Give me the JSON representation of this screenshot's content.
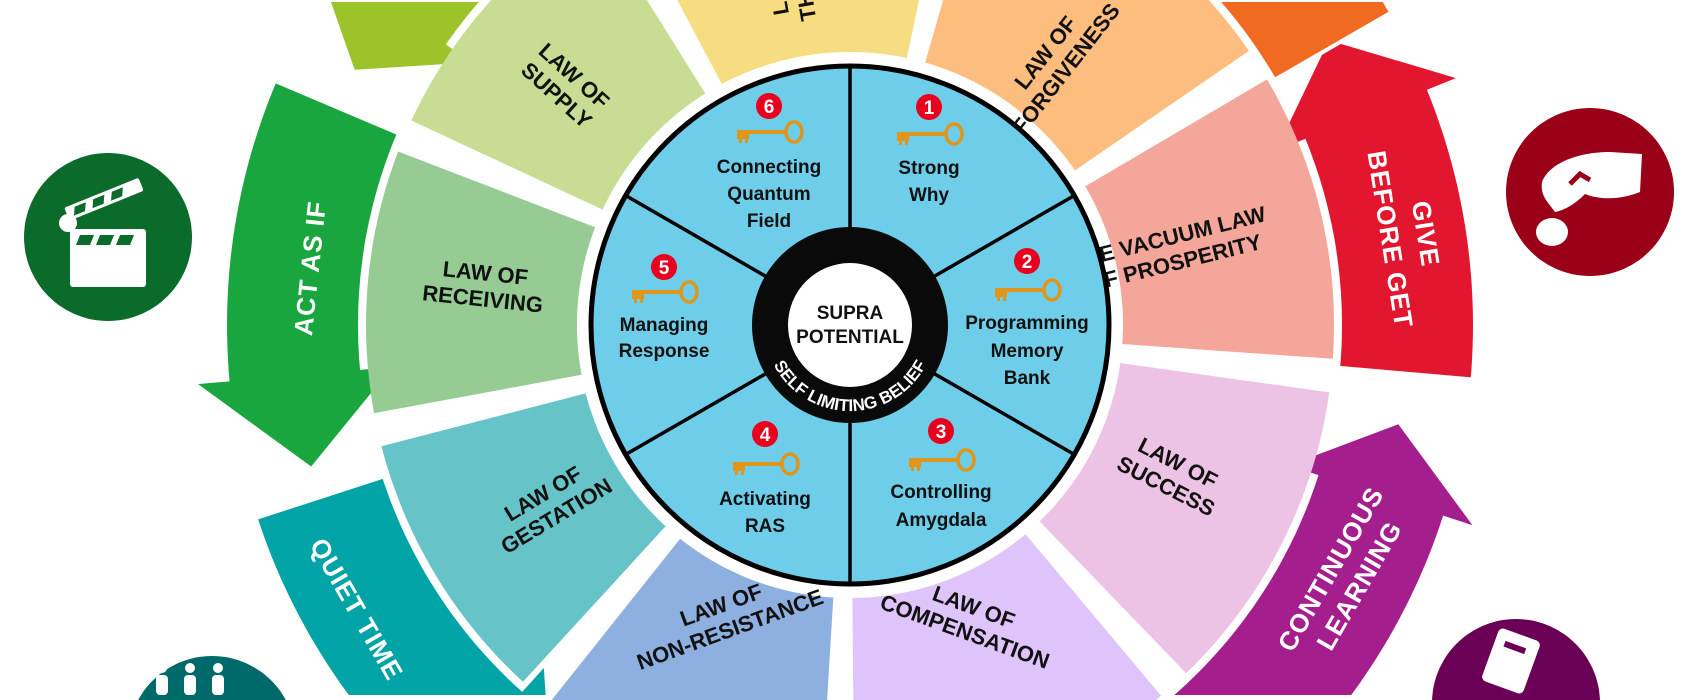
{
  "wheel": {
    "center_line1": "SUPRA",
    "center_line2": "POTENTIAL",
    "ring_text": "SELF LIMITING BELIEF",
    "fill_color": "#6ecde8",
    "key_color": "#e0961a",
    "badge_color": "#e8001c"
  },
  "keys": [
    {
      "number": "1",
      "lines": [
        "Strong",
        "Why"
      ]
    },
    {
      "number": "2",
      "lines": [
        "Programming",
        "Memory",
        "Bank"
      ]
    },
    {
      "number": "3",
      "lines": [
        "Controlling",
        "Amygdala"
      ]
    },
    {
      "number": "4",
      "lines": [
        "Activating",
        "RAS"
      ]
    },
    {
      "number": "5",
      "lines": [
        "Managing",
        "Response"
      ]
    },
    {
      "number": "6",
      "lines": [
        "Connecting",
        "Quantum",
        "Field"
      ]
    }
  ],
  "laws": [
    {
      "id": "thinking",
      "lines": [
        "LAW OF",
        "THINKING"
      ],
      "color": "#f7dd82"
    },
    {
      "id": "forgiveness",
      "lines": [
        "LAW OF",
        "FORGIVENESS"
      ],
      "color": "#fdbd7e"
    },
    {
      "id": "vacuum",
      "lines": [
        "THE VACUUM LAW",
        "OF PROSPERITY"
      ],
      "color": "#f5a69b"
    },
    {
      "id": "success",
      "lines": [
        "LAW OF",
        "SUCCESS"
      ],
      "color": "#ecc3e4"
    },
    {
      "id": "compensation",
      "lines": [
        "LAW OF",
        "COMPENSATION"
      ],
      "color": "#dfc3fb"
    },
    {
      "id": "non-resistance",
      "lines": [
        "LAW OF",
        "NON-RESISTANCE"
      ],
      "color": "#8eb0e0"
    },
    {
      "id": "gestation",
      "lines": [
        "LAW OF",
        "GESTATION"
      ],
      "color": "#66c4c9"
    },
    {
      "id": "receiving",
      "lines": [
        "LAW OF",
        "RECEIVING"
      ],
      "color": "#96cb94"
    },
    {
      "id": "supply",
      "lines": [
        "LAW OF",
        "SUPPLY"
      ],
      "color": "#c8dd93"
    }
  ],
  "practices": [
    {
      "id": "give-before-get",
      "lines": [
        "GIVE",
        "BEFORE GET"
      ],
      "color": "#e2162f",
      "icon": "hand-coin-icon",
      "icon_color": "#9b0019"
    },
    {
      "id": "continuous-learning",
      "lines": [
        "CONTINUOUS",
        "LEARNING"
      ],
      "color": "#a51e8d",
      "icon": "book-icon",
      "icon_color": "#6b0057"
    },
    {
      "id": "quiet-time",
      "lines": [
        "QUIET TIME"
      ],
      "color": "#00a4a6",
      "icon": "people-icon",
      "icon_color": "#006a6a"
    },
    {
      "id": "act-as-if",
      "lines": [
        "ACT AS IF"
      ],
      "color": "#1aa63f",
      "icon": "clapperboard-icon",
      "icon_color": "#0b6b2b"
    },
    {
      "id": "supply-arrow",
      "lines": [],
      "color": "#9dc32b"
    },
    {
      "id": "forgiveness-arrow",
      "lines": [],
      "color": "#f06a22"
    }
  ]
}
